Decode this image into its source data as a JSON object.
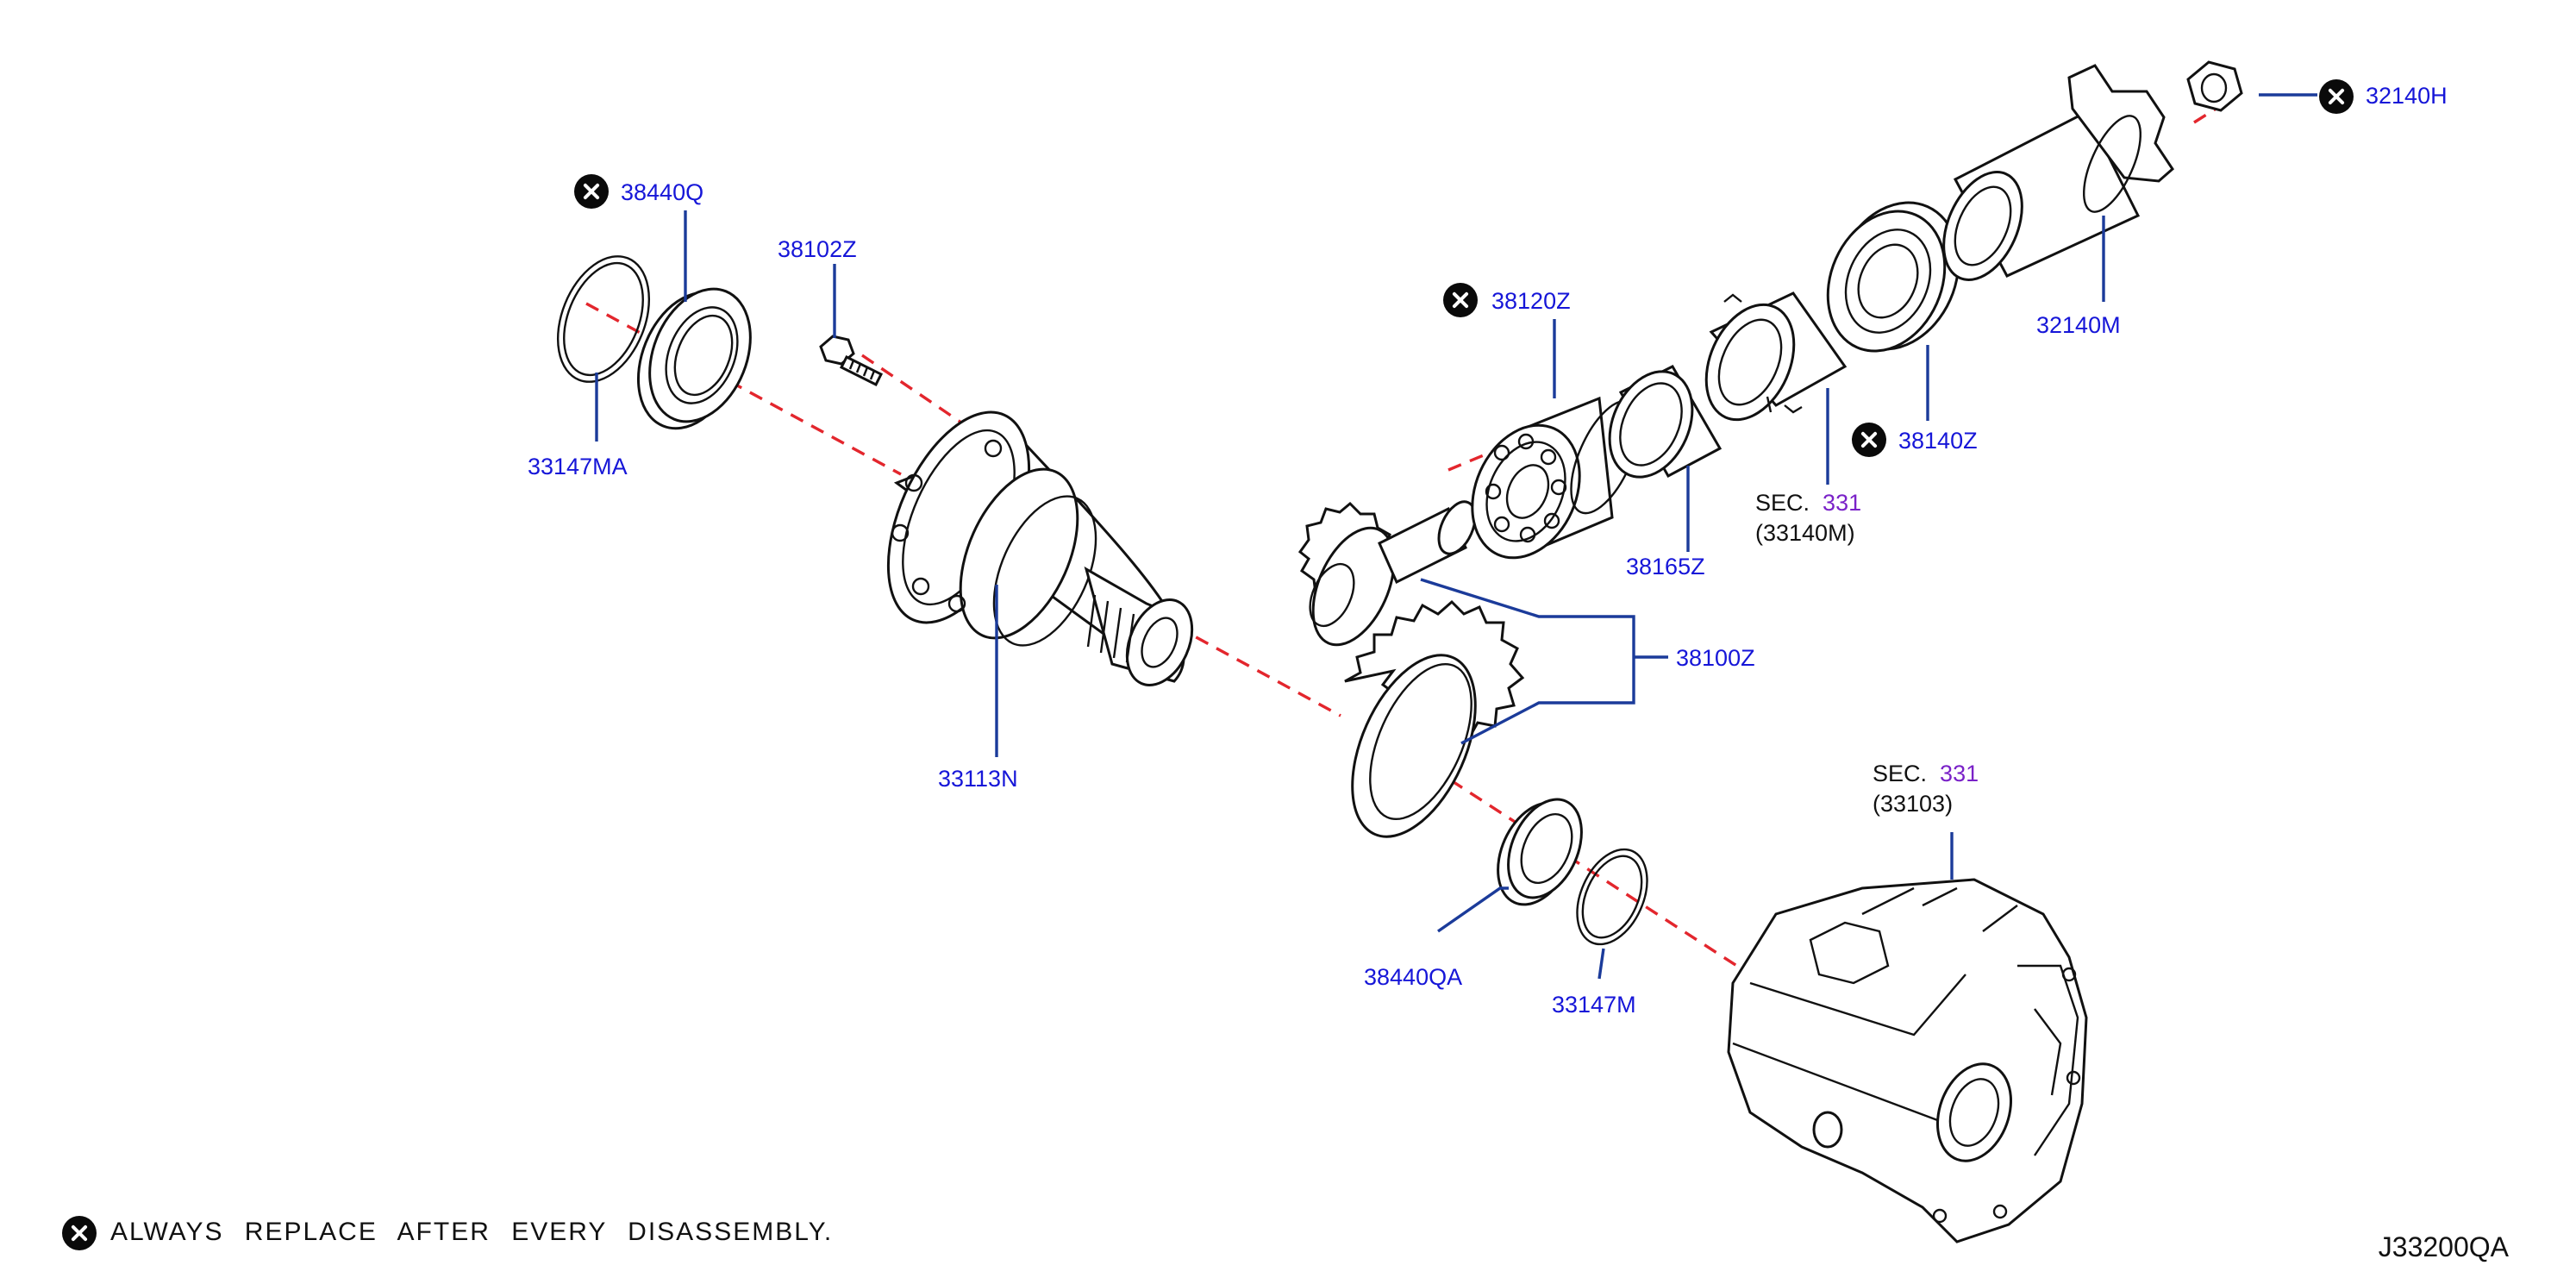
{
  "diagram_code": "J33200QA",
  "footnote": "ALWAYS REPLACE AFTER EVERY DISASSEMBLY.",
  "symbols": {
    "replace_mark": "x-circle-icon"
  },
  "colors": {
    "part_number": "#1616d8",
    "section_number": "#7a22c8",
    "assembly_line": "#e3262d",
    "leader_line": "#1b3b9a"
  },
  "parts": {
    "p38440Q": "38440Q",
    "p38102Z": "38102Z",
    "p33147MA": "33147MA",
    "p33113N": "33113N",
    "p38120Z": "38120Z",
    "p38165Z": "38165Z",
    "p38100Z": "38100Z",
    "p38140Z": "38140Z",
    "p32140M": "32140M",
    "p32140H": "32140H",
    "p38440QA": "38440QA",
    "p33147M": "33147M"
  },
  "sections": {
    "upper": {
      "prefix": "SEC.",
      "number": "331",
      "ref": "(33140M)"
    },
    "lower": {
      "prefix": "SEC.",
      "number": "331",
      "ref": "(33103)"
    }
  }
}
